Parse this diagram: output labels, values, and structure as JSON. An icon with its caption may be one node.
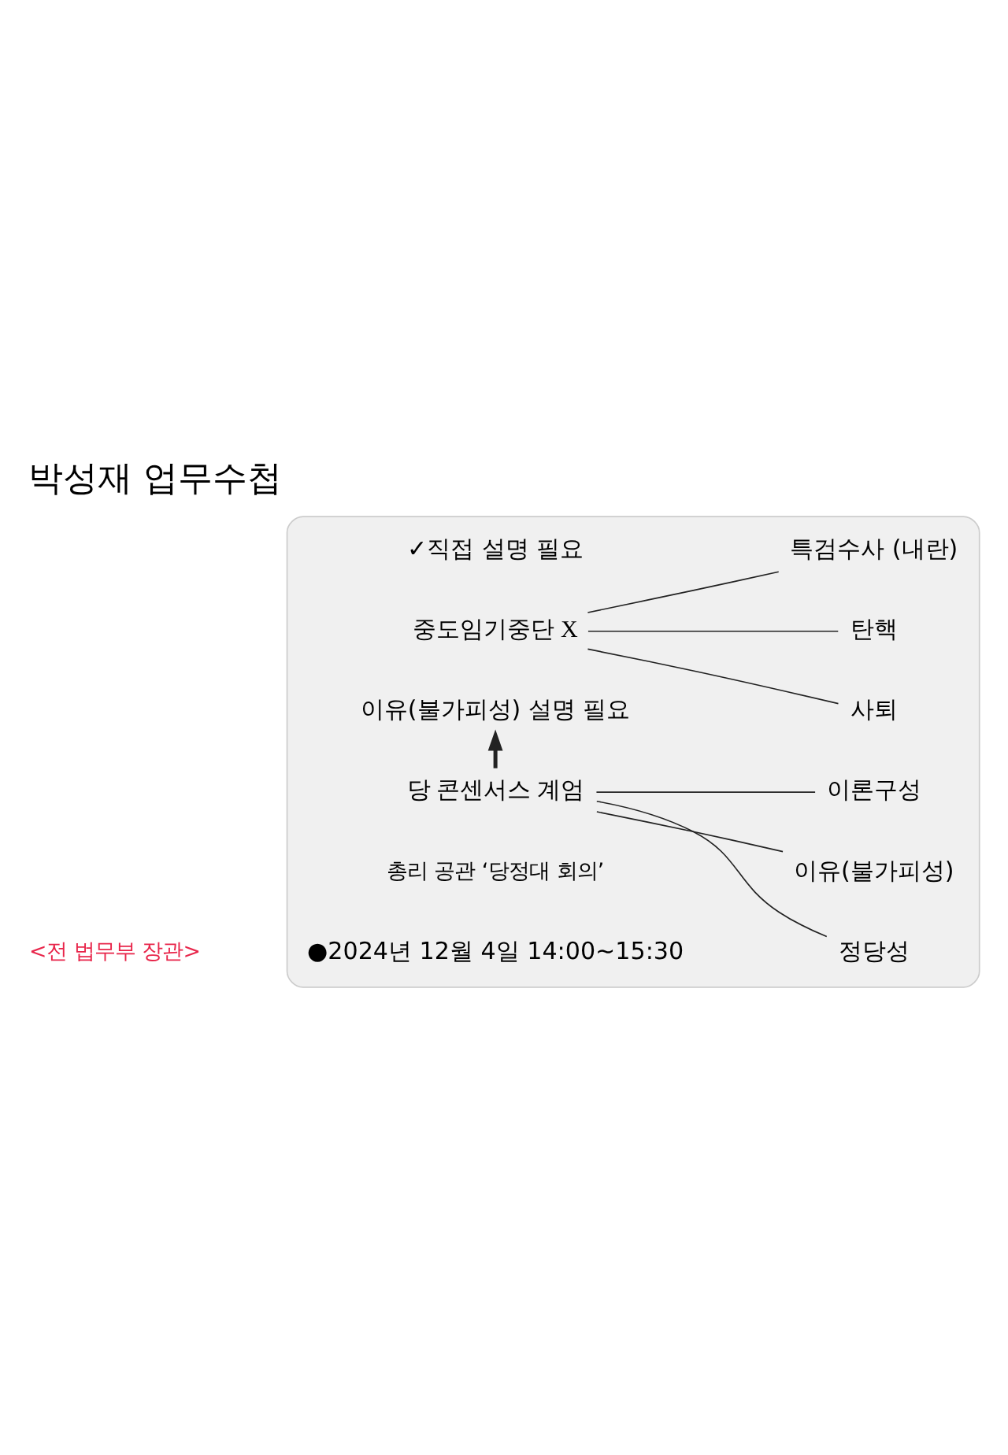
{
  "diagram": {
    "title": "박성재 업무수첩",
    "nodes": [
      {
        "text": [],
        "shape": "box"
      },
      {
        "text": [
          "당 콘센서스 계엄"
        ],
        "in": 0
      },
      {
        "text": [
          "정당성"
        ],
        "in": 0
      },
      {
        "text": [
          "이유(불가피성)"
        ],
        "in": 0
      },
      {
        "text": [
          "이론구성"
        ],
        "in": 0
      },
      {
        "text": [
          "이유(불가피성) 설명 필요"
        ],
        "in": 0
      },
      {
        "text": [
          "중도임기중단 X"
        ],
        "in": 0
      },
      {
        "text": [
          "사퇴"
        ],
        "in": 0
      },
      {
        "text": [
          "탄핵"
        ],
        "in": 0
      },
      {
        "text": [
          "특검수사 (내란)"
        ],
        "in": 0
      }
    ],
    "edges": [
      {
        "from": 1,
        "to": 2,
        "arrow": "none"
      },
      {
        "from": 1,
        "to": 3,
        "arrow": "none"
      },
      {
        "from": 1,
        "to": 4,
        "arrow": "none"
      },
      {
        "from": 1,
        "to": 5,
        "arrow": "to",
        "style": "thick"
      },
      {
        "from": 6,
        "to": 7,
        "arrow": "none"
      },
      {
        "from": 6,
        "to": 8,
        "arrow": "none"
      },
      {
        "from": 6,
        "to": 9,
        "arrow": "none"
      }
    ],
    "labels": [
      "<전 법무부 장관>",
      "●2024년 12월 4일 14:00~15:30",
      "총리 공관 ‘당정대 회의’",
      "✓직접 설명 필요"
    ]
  }
}
